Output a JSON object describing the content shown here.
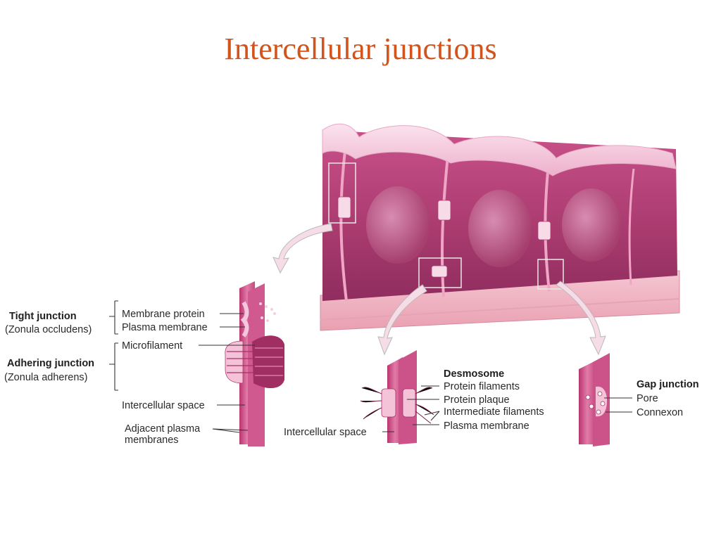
{
  "title": "Intercellular junctions",
  "labels": {
    "tight_junction": "Tight junction",
    "zonula_occludens": "(Zonula occludens)",
    "adhering_junction": "Adhering junction",
    "zonula_adherens": "(Zonula adherens)",
    "membrane_protein": "Membrane protein",
    "plasma_membrane": "Plasma membrane",
    "microfilament": "Microfilament",
    "intercellular_space": "Intercellular space",
    "adjacent_plasma_1": "Adjacent plasma",
    "adjacent_plasma_2": "membranes",
    "desmosome": "Desmosome",
    "protein_filaments": "Protein filaments",
    "protein_plaque": "Protein plaque",
    "intermediate_filaments": "Intermediate filaments",
    "plasma_membrane_2": "Plasma membrane",
    "intercellular_space_2": "Intercellular space",
    "gap_junction": "Gap junction",
    "pore": "Pore",
    "connexon": "Connexon"
  },
  "colors": {
    "title": "#d2531b",
    "cell_body": "#b23f74",
    "cell_top": "#f3bcd4",
    "membrane": "#d9558e"
  }
}
